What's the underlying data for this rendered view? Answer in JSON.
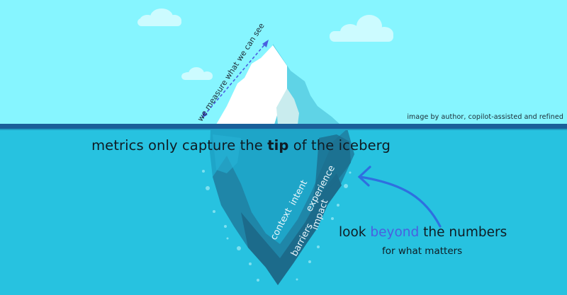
{
  "scene": {
    "colors": {
      "sky": "#86f5ff",
      "water": "#27c2e0",
      "waterline": "#1a5f99",
      "cloud": "#ccfbff",
      "ice_white": "#ffffff",
      "ice_pale": "#c9ecee",
      "ice_shadow": "#5fd3e6",
      "under_light": "#1ea5c8",
      "under_mid": "#1f86a8",
      "under_dark": "#1c6b8b",
      "accent": "#4a5fe0",
      "arrow": "#2f6fe0",
      "bubble": "#7ee0f0"
    }
  },
  "annotations": {
    "above_water": "we measure what we can see",
    "credit": "image by author, copilot-assisted and refined"
  },
  "headline": {
    "before": "metrics only capture the ",
    "bold": "tip",
    "after": " of the iceberg"
  },
  "hidden_factors": [
    "context",
    "intent",
    "barriers",
    "experience",
    "impact"
  ],
  "callout": {
    "look": "look ",
    "beyond": "beyond",
    "rest": " the numbers",
    "subline": "for what matters"
  }
}
